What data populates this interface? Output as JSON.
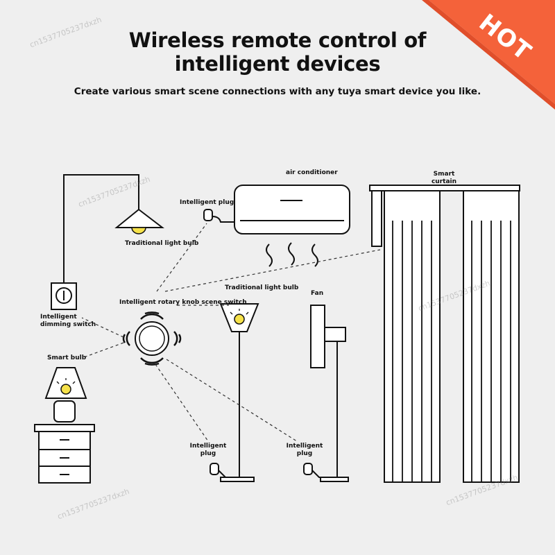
{
  "header": {
    "title_line1": "Wireless remote control of",
    "title_line2": "intelligent devices",
    "subtitle": "Create various smart scene connections with any tuya smart device you like."
  },
  "badge": {
    "text": "HOT",
    "color": "#f4623a"
  },
  "labels": {
    "traditional_light_bulb_1": "Traditional light bulb",
    "intelligent_plug_top": "Intelligent plug",
    "air_conditioner": "air conditioner",
    "smart_curtain_1": "Smart",
    "smart_curtain_2": "curtain",
    "dimming_switch_1": "Intelligent",
    "dimming_switch_2": "dimming switch",
    "knob_switch": "Intelligent rotary knob scene switch",
    "traditional_light_bulb_2": "Traditional light bulb",
    "fan": "Fan",
    "smart_bulb": "Smart bulb",
    "plug_left_1": "Intelligent",
    "plug_left_2": "plug",
    "plug_right_1": "Intelligent",
    "plug_right_2": "plug"
  },
  "watermark": "cn1537705237dxzh",
  "colors": {
    "background": "#efefef",
    "bulb": "#f6e24a",
    "line": "#111111"
  }
}
